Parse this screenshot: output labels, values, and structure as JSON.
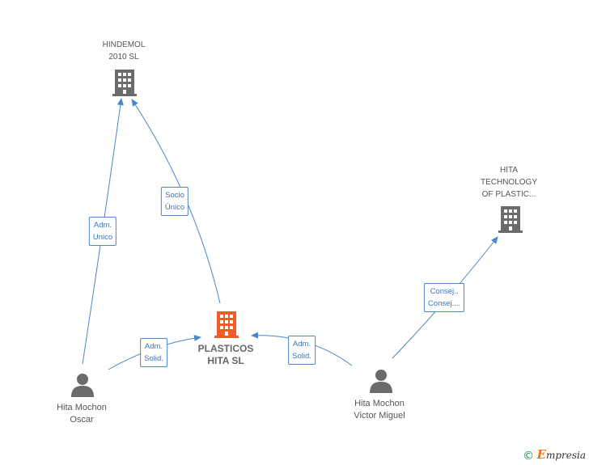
{
  "nodes": {
    "hindemol": {
      "line1": "HINDEMOL",
      "line2": "2010 SL",
      "kind": "company",
      "color": "#6b6b6b"
    },
    "plasticos": {
      "line1": "PLASTICOS",
      "line2": "HITA SL",
      "kind": "company",
      "color": "#f15a29"
    },
    "hita_technology": {
      "line1": "HITA",
      "line2": "TECHNOLOGY",
      "line3": "OF PLASTIC...",
      "kind": "company",
      "color": "#6b6b6b"
    },
    "oscar": {
      "line1": "Hita Mochon",
      "line2": "Oscar",
      "kind": "person",
      "color": "#6b6b6b"
    },
    "victor": {
      "line1": "Hita Mochon",
      "line2": "Victor Miguel",
      "kind": "person",
      "color": "#6b6b6b"
    }
  },
  "edges": {
    "oscar_hindemol": {
      "line1": "Adm.",
      "line2": "Unico"
    },
    "plasticos_hindemol": {
      "line1": "Socio",
      "line2": "Único"
    },
    "oscar_plasticos": {
      "line1": "Adm.",
      "line2": "Solid."
    },
    "victor_plasticos": {
      "line1": "Adm.",
      "line2": "Solid."
    },
    "victor_technology": {
      "line1": "Consej.,",
      "line2": "Consej...."
    }
  },
  "colors": {
    "edge": "#4a86c8",
    "accent": "#f15a29",
    "icon": "#6b6b6b"
  },
  "footer": {
    "symbol": "©",
    "brand_first": "E",
    "brand_rest": "mpresia"
  }
}
